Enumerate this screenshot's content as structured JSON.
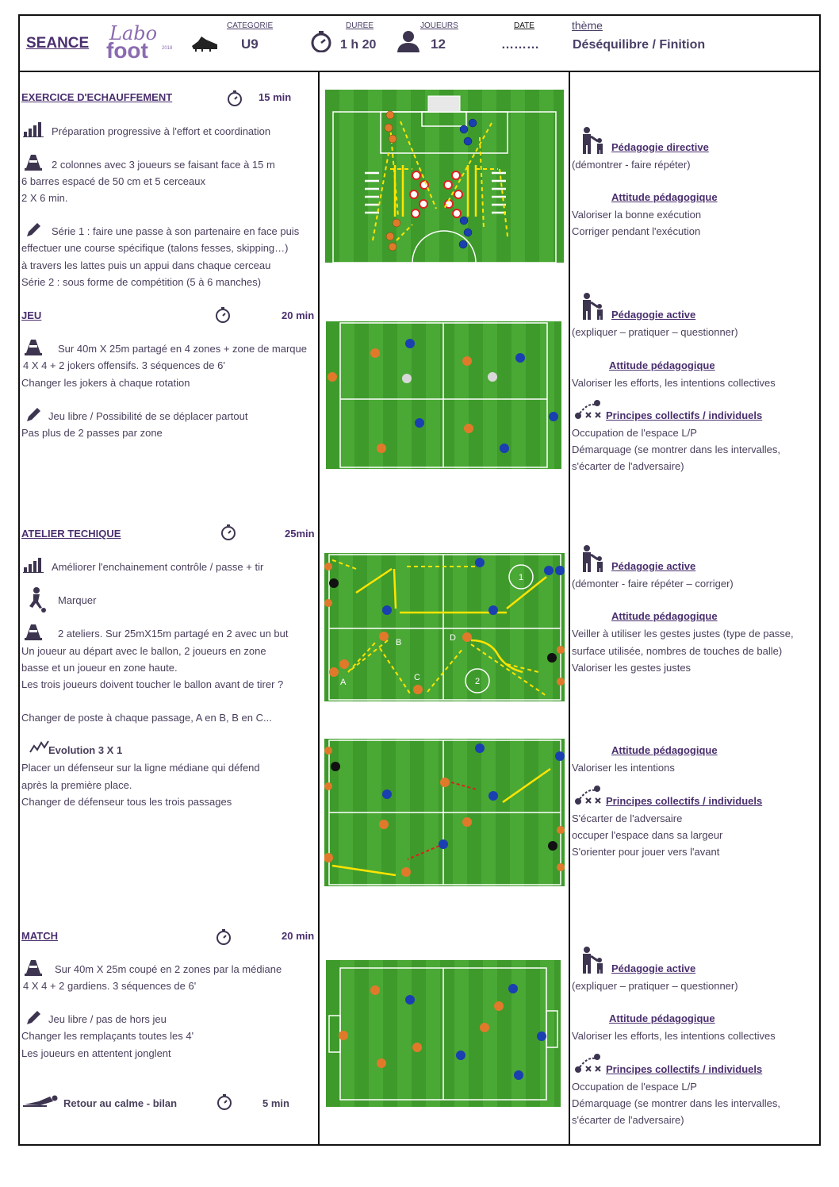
{
  "header": {
    "seance": "SEANCE",
    "logo_line1": "Labo",
    "logo_line2": "foot",
    "logo_year": "2018",
    "categorie_label": "CATEGORIE",
    "categorie_value": "U9",
    "duree_label": "DUREE",
    "duree_value": "1 h 20",
    "joueurs_label": "JOUEURS",
    "joueurs_value": "12",
    "date_label": "DATE",
    "date_value": "………",
    "theme_label": "thème",
    "theme_value": "Déséquilibre / Finition"
  },
  "sections": {
    "echauffement": {
      "title": "EXERCICE D'ECHAUFFEMENT",
      "duration": "15 min",
      "objective": "Préparation progressive à l'effort et coordination",
      "setup": [
        "2 colonnes avec 3 joueurs se faisant face à 15 m",
        "6 barres espacé de 50 cm et 5 cerceaux",
        "2 X 6 min."
      ],
      "rules": [
        "Série 1 : faire une passe à son partenaire en face puis",
        "effectuer une course spécifique (talons fesses, skipping…)",
        "à travers les lattes puis un appui dans chaque cerceau",
        "Série 2 : sous forme de compétition (5 à 6 manches)"
      ]
    },
    "jeu": {
      "title": "JEU",
      "duration": "20 min",
      "setup": [
        "Sur 40m X 25m partagé en 4 zones + zone de marque",
        "4 X 4 + 2 jokers offensifs. 3 séquences de 6'",
        "Changer les jokers à chaque rotation"
      ],
      "rules": [
        "Jeu libre / Possibilité de se déplacer partout",
        "Pas plus de 2 passes par zone"
      ]
    },
    "atelier": {
      "title": "ATELIER TECHIQUE",
      "duration": "25min",
      "objective": "Améliorer l'enchainement contrôle / passe + tir",
      "goal": "Marquer",
      "setup": [
        "2 ateliers. Sur 25mX15m partagé en 2 avec un but",
        "Un joueur au départ avec le ballon, 2 joueurs en zone",
        "basse et un joueur en zone haute.",
        "Les trois joueurs doivent toucher le ballon avant de tirer ?"
      ],
      "rotation": "Changer de poste à chaque passage, A en B, B en C...",
      "evolution_title": "Evolution 3 X 1",
      "evolution": [
        "Placer un défenseur sur la ligne médiane qui défend",
        "après la première place.",
        "Changer de défenseur tous les trois passages"
      ]
    },
    "match": {
      "title": "MATCH",
      "duration": "20 min",
      "setup": [
        "Sur 40m X 25m coupé en 2 zones par la médiane",
        "4 X 4 + 2 gardiens. 3 séquences de 6'"
      ],
      "rules": [
        "Jeu libre / pas de hors jeu",
        "Changer les remplaçants toutes les 4'",
        "Les joueurs en attentent jonglent"
      ]
    },
    "retour": {
      "title": "Retour au calme - bilan",
      "duration": "5 min"
    }
  },
  "pedagogy": {
    "p1": {
      "title": "Pédagogie directive",
      "lines": [
        "(démontrer - faire répéter)"
      ],
      "attitude": "Attitude pédagogique",
      "attitude_lines": [
        "Valoriser la bonne exécution",
        "Corriger pendant l'exécution"
      ]
    },
    "p2": {
      "title": "Pédagogie active",
      "lines": [
        "(expliquer – pratiquer – questionner)"
      ],
      "attitude": "Attitude pédagogique",
      "attitude_lines": [
        "Valoriser les efforts, les intentions collectives"
      ],
      "principes": "Principes collectifs / individuels",
      "principes_lines": [
        "Occupation de l'espace L/P",
        "Démarquage (se montrer dans les intervalles,",
        "s'écarter de l'adversaire)"
      ]
    },
    "p3": {
      "title": "Pédagogie active",
      "lines": [
        "(démonter - faire répéter – corriger)"
      ],
      "attitude": "Attitude pédagogique",
      "attitude_lines": [
        "Veiller à utiliser les gestes justes (type de passe,",
        "surface utilisée, nombres de touches de balle)",
        "Valoriser les gestes justes"
      ]
    },
    "p4": {
      "attitude": "Attitude pédagogique",
      "attitude_lines": [
        "Valoriser les intentions"
      ],
      "principes": "Principes collectifs / individuels",
      "principes_lines": [
        "S'écarter de l'adversaire",
        "occuper l'espace dans sa largeur",
        "S'orienter pour jouer vers l'avant"
      ]
    },
    "p5": {
      "title": "Pédagogie active",
      "lines": [
        "(expliquer – pratiquer – questionner)"
      ],
      "attitude": "Attitude pédagogique",
      "attitude_lines": [
        "Valoriser les efforts, les intentions collectives"
      ],
      "principes": "Principes collectifs / individuels",
      "principes_lines": [
        "Occupation de l'espace L/P",
        "Démarquage (se montrer dans les intervalles,",
        "s'écarter de l'adversaire)"
      ]
    }
  },
  "diagram_labels": {
    "a": "A",
    "b": "B",
    "c": "C",
    "d": "D",
    "one": "1",
    "two": "2"
  },
  "colors": {
    "accent": "#4a2f6e",
    "grass_dark": "#3f9a2c",
    "grass_light": "#4aa835",
    "arrow": "#ffe400",
    "arrow_red": "#e0201a"
  }
}
